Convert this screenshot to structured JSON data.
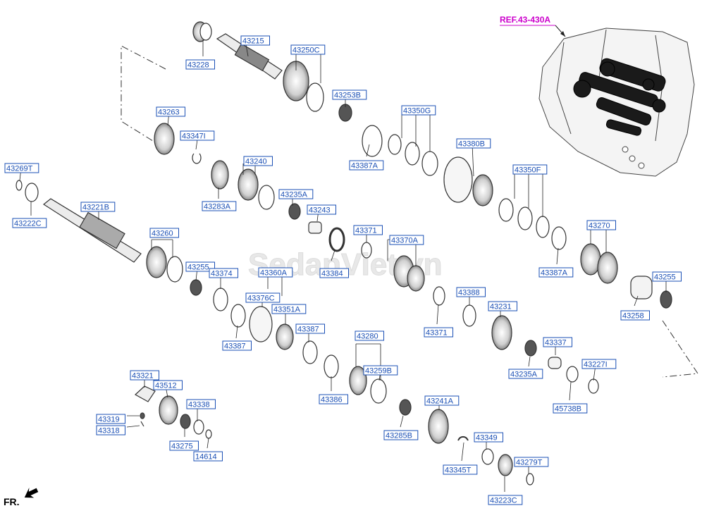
{
  "diagram": {
    "colors": {
      "label_text": "#1a4fb5",
      "label_border": "#1a4fb5",
      "ref_text": "#cc00cc",
      "line": "#222222",
      "part": "#333333",
      "watermark": "#e6e6e6"
    },
    "ref_label": "REF.43-430A",
    "watermark": "SedanViet.vn",
    "fr_label": "FR.",
    "labels": [
      "43215",
      "43228",
      "43250C",
      "43253B",
      "43263",
      "43347I",
      "43269T",
      "43222C",
      "43221B",
      "43240",
      "43283A",
      "43235A",
      "43243",
      "43350G",
      "43387A",
      "43380B",
      "43350F",
      "43371",
      "43370A",
      "43260",
      "43255",
      "43374",
      "43360A",
      "43384",
      "43376C",
      "43351A",
      "43387",
      "43387",
      "43270",
      "43387A",
      "43255",
      "43258",
      "43388",
      "43371",
      "43231",
      "43280",
      "43259B",
      "43386",
      "43337",
      "43235A",
      "43227I",
      "45738B",
      "43321",
      "43512",
      "43319",
      "43318",
      "43338",
      "43275",
      "14614",
      "43241A",
      "43285B",
      "43349",
      "43345T",
      "43279T",
      "43223C"
    ]
  }
}
